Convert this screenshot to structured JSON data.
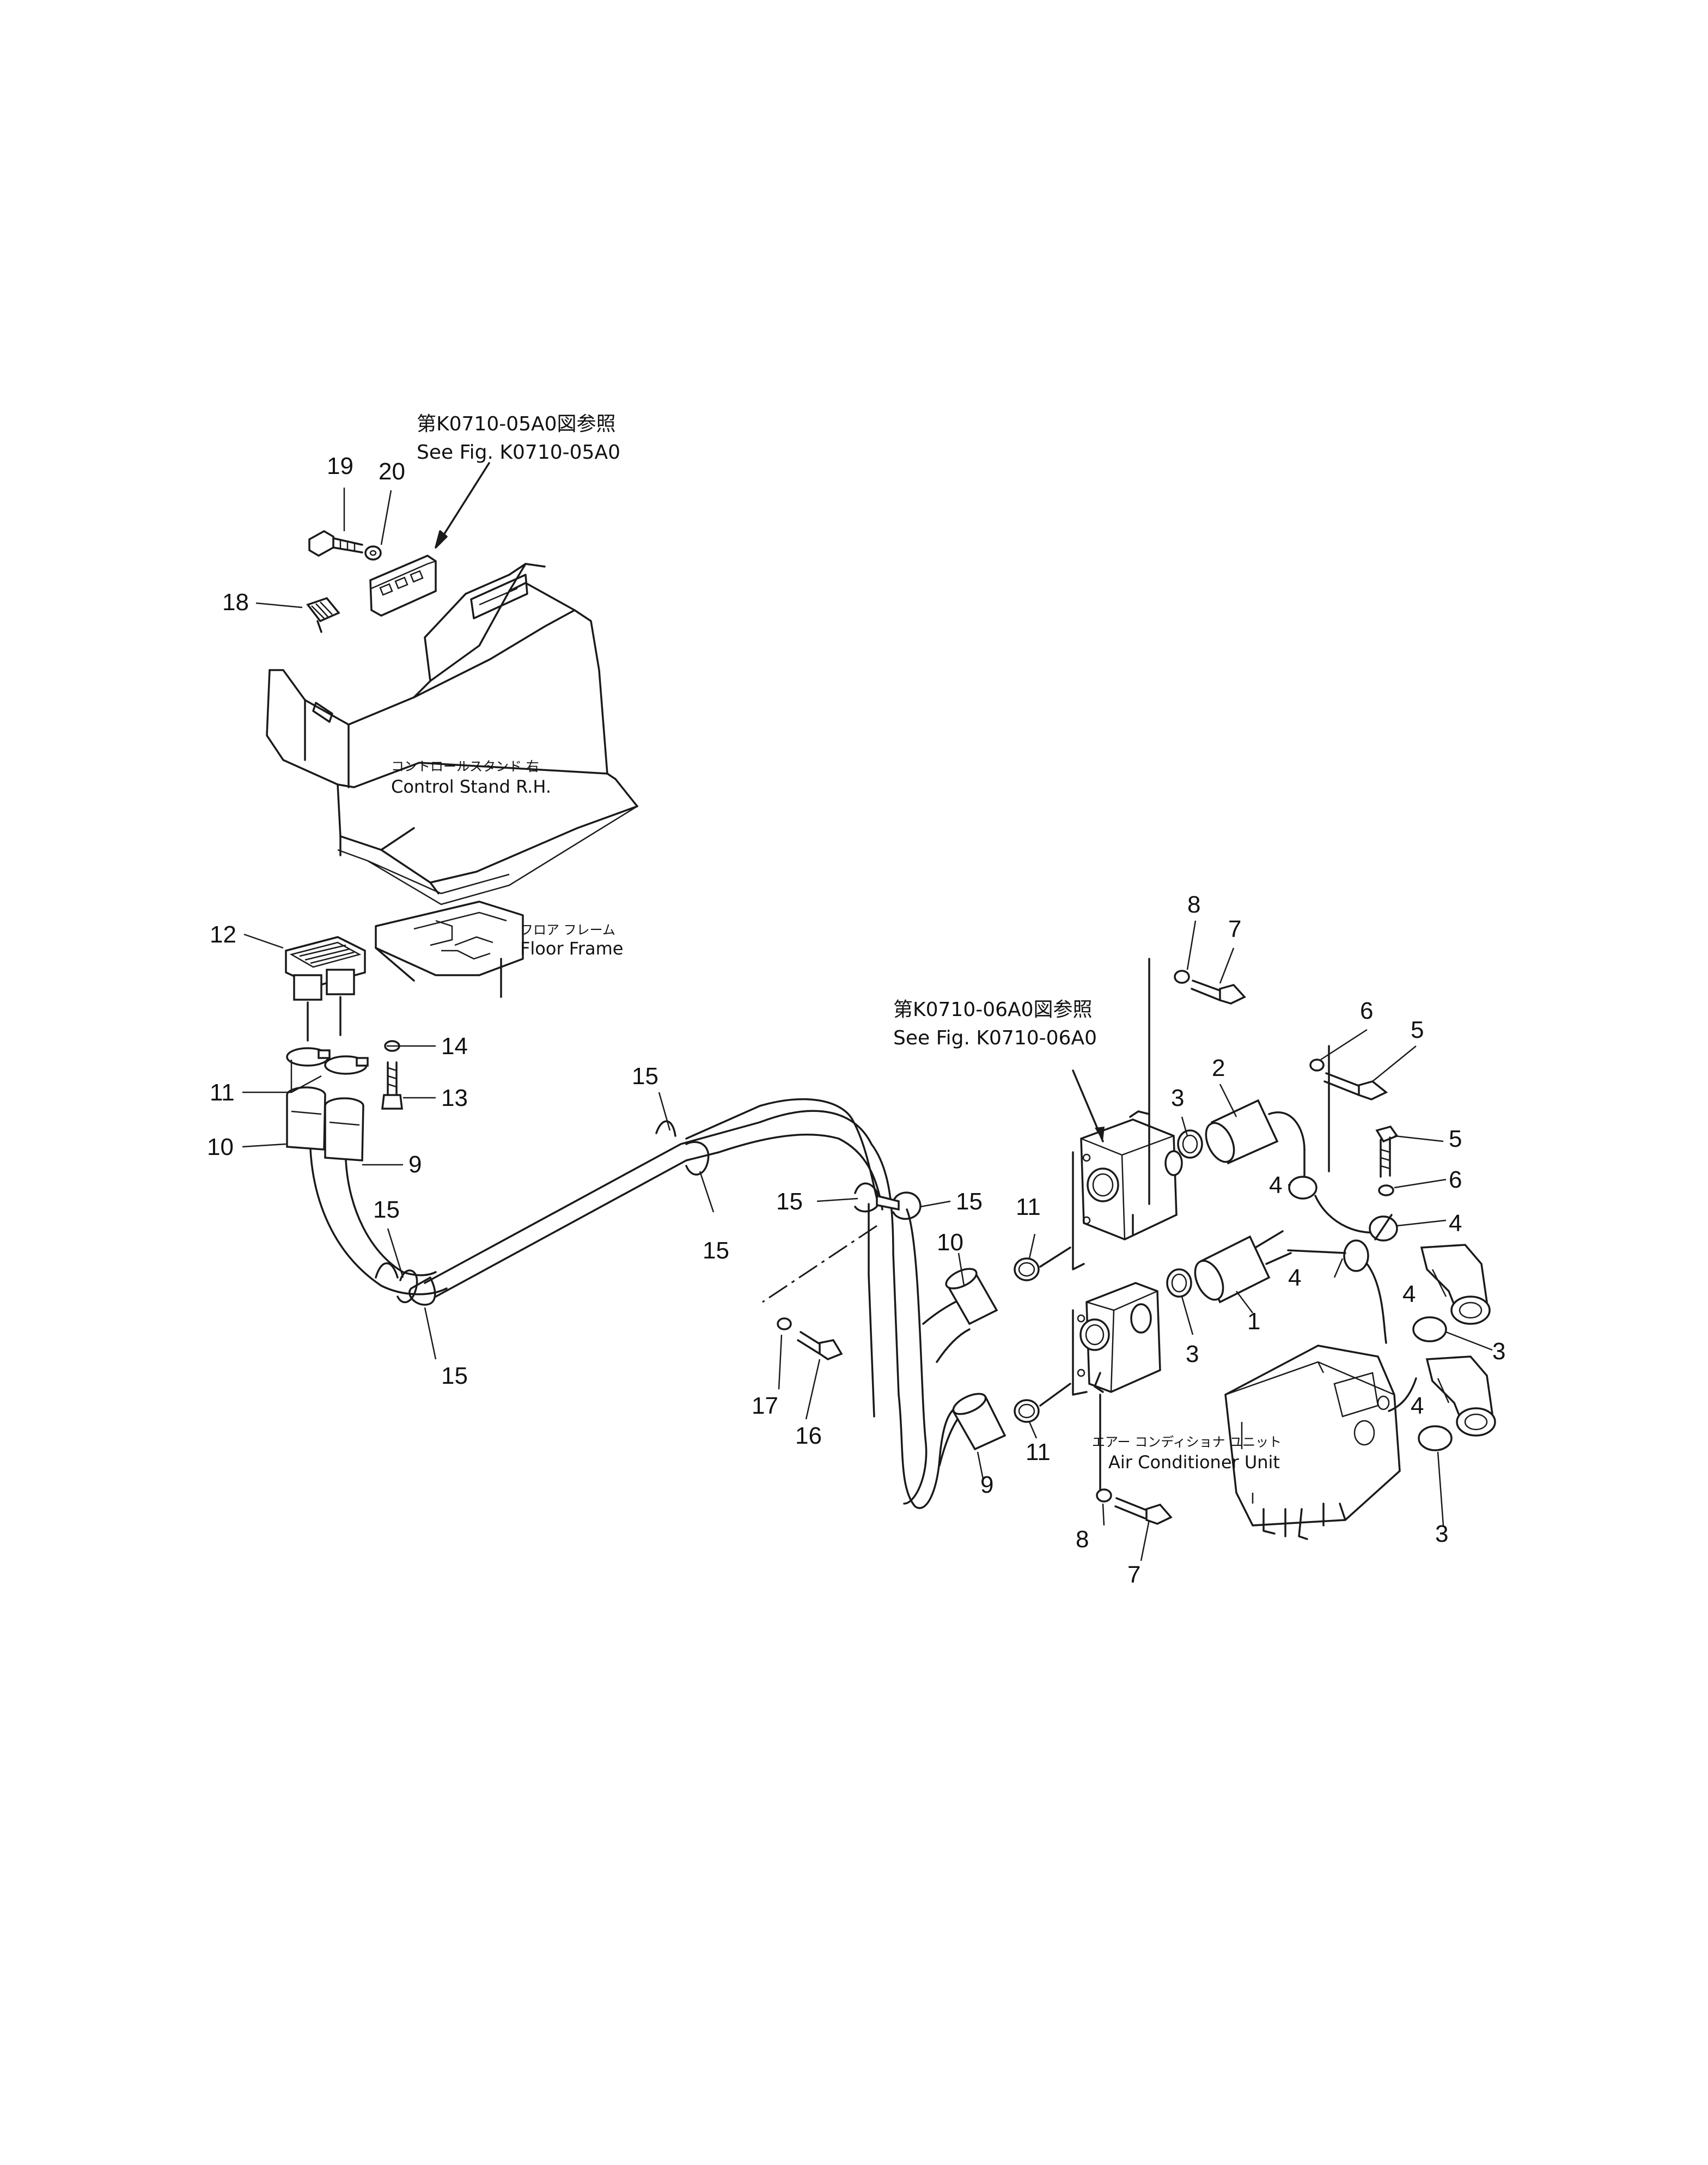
{
  "references": {
    "upper_jp": "第K0710-05A0図参照",
    "upper_en": "See  Fig. K0710-05A0",
    "middle_jp": "第K0710-06A0図参照",
    "middle_en": "See  Fig. K0710-06A0"
  },
  "labels": {
    "control_stand_jp": "コントロールスタンド  右",
    "control_stand_en": "Control Stand R.H.",
    "floor_frame_jp": "フロア  フレーム",
    "floor_frame_en": "Floor Frame",
    "ac_unit_jp": "エアー コンディショナ ユニット",
    "ac_unit_en": "Air Conditioner Unit"
  },
  "callouts": {
    "c19": "19",
    "c20": "20",
    "c18": "18",
    "c12": "12",
    "c14": "14",
    "c13": "13",
    "c11a": "11",
    "c10a": "10",
    "c9a": "9",
    "c15a": "15",
    "c15b": "15",
    "c15c": "15",
    "c15d": "15",
    "c15e": "15",
    "c15f": "15",
    "c17": "17",
    "c16": "16",
    "c10b": "10",
    "c9b": "9",
    "c11b": "11",
    "c11c": "11",
    "c8a": "8",
    "c7a": "7",
    "c8b": "8",
    "c7b": "7",
    "c3a": "3",
    "c2": "2",
    "c3b": "3",
    "c1": "1",
    "c6a": "6",
    "c5a": "5",
    "c5b": "5",
    "c6b": "6",
    "c4a": "4",
    "c4b": "4",
    "c4c": "4",
    "c4d": "4",
    "c4e": "4",
    "c3c": "3",
    "c3d": "3"
  }
}
